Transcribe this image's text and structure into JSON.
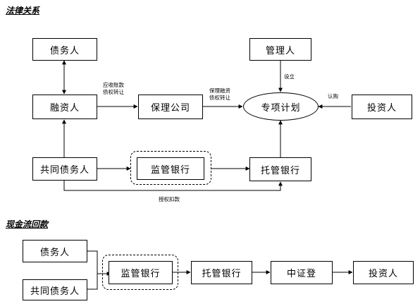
{
  "legal": {
    "heading": "法律关系",
    "debtor": "债务人",
    "financing_party": "融资人",
    "factoring_company": "保理公司",
    "special_plan": "专项计划",
    "manager": "管理人",
    "investor": "投资人",
    "co_debtor": "共同债务人",
    "supervising_bank": "监管银行",
    "custodian_bank": "托管银行",
    "label_receivable_transfer": [
      "应收账款",
      "债权转让"
    ],
    "label_factoring_transfer": [
      "保理融资",
      "债权转让"
    ],
    "label_establish": "设立",
    "label_subscribe": "认购",
    "label_authorized_deduction": "授权扣款"
  },
  "cashflow": {
    "heading": "现金流回款",
    "debtor": "债务人",
    "co_debtor": "共同债务人",
    "supervising_bank": "监管银行",
    "custodian_bank": "托管银行",
    "csdc": "中证登",
    "investor": "投资人"
  }
}
